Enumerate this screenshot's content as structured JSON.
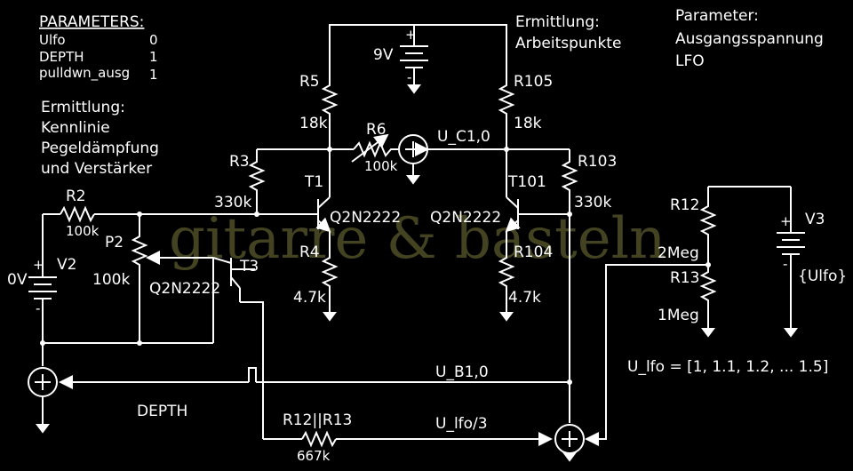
{
  "params": {
    "header": "PARAMETERS:",
    "rows": [
      {
        "name": "Ulfo",
        "value": "0"
      },
      {
        "name": "DEPTH",
        "value": "1"
      },
      {
        "name": "pulldwn_ausg",
        "value": "1"
      }
    ]
  },
  "notes": {
    "kennlinie": [
      "Ermittlung:",
      "Kennlinie",
      "Pegeldämpfung",
      "und Verstärker"
    ],
    "arbeitspunkte": [
      "Ermittlung:",
      "Arbeitspunkte"
    ],
    "ausgang": [
      "Parameter:",
      "Ausgangsspannung",
      "LFO"
    ]
  },
  "components": {
    "battery9v": "9V",
    "r5": "R5",
    "r5v": "18k",
    "r105": "R105",
    "r105v": "18k",
    "r6": "R6",
    "r6v": "100k",
    "uc1": "U_C1,0",
    "r3": "R3",
    "r3v": "330k",
    "r103": "R103",
    "r103v": "330k",
    "t1": "T1",
    "t1m": "Q2N2222",
    "t101": "T101",
    "t101m": "Q2N2222",
    "r4": "R4",
    "r4v": "4.7k",
    "r104": "R104",
    "r104v": "4.7k",
    "r2": "R2",
    "r2v": "100k",
    "p2": "P2",
    "p2v": "100k",
    "t3": "T3",
    "t3m": "Q2N2222",
    "v2": "V2",
    "v2v": "0V",
    "r12": "R12",
    "r12v": "2Meg",
    "r13": "R13",
    "r13v": "1Meg",
    "v3": "V3",
    "v3v": "{Ulfo}",
    "ub1": "U_B1,0",
    "depth": "DEPTH",
    "r1213": "R12||R13",
    "r1213v": "667k",
    "ulfo3": "U_lfo/3",
    "ulfo_eq": "U_lfo = [1, 1.1, 1.2, ... 1.5]",
    "plus": "+",
    "minus": "-"
  },
  "watermark": "gitarre & basteln"
}
